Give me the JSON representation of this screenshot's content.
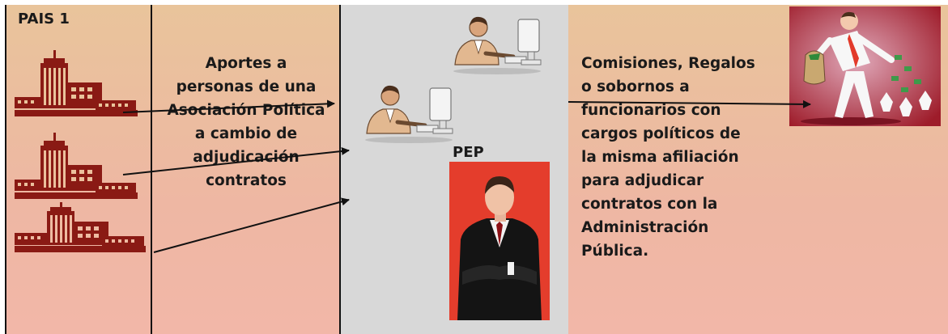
{
  "left_panel": {
    "title": "PAIS 1",
    "lines": [
      "Aportes a",
      "personas de una",
      "Asociación Política",
      "a cambio de",
      "adjudicación",
      "contratos"
    ]
  },
  "middle_panel": {
    "pep_label": "PEP"
  },
  "right_panel": {
    "lines": [
      "Comisiones, Regalos",
      "o sobornos a",
      "funcionarios con",
      "cargos políticos de",
      "la misma afiliación",
      "para adjudicar",
      "contratos con la",
      "Administración",
      "Pública."
    ]
  },
  "icons": [
    "building-icon",
    "businessman-computer-icon",
    "businessman-portrait-icon",
    "bribery-illustration"
  ],
  "colors": {
    "panel_warm_top": "#e9c49b",
    "panel_warm_bottom": "#f2b7a8",
    "panel_grey": "#d8d8d8",
    "building": "#8a1a14",
    "pep_background": "#e43d2c"
  }
}
